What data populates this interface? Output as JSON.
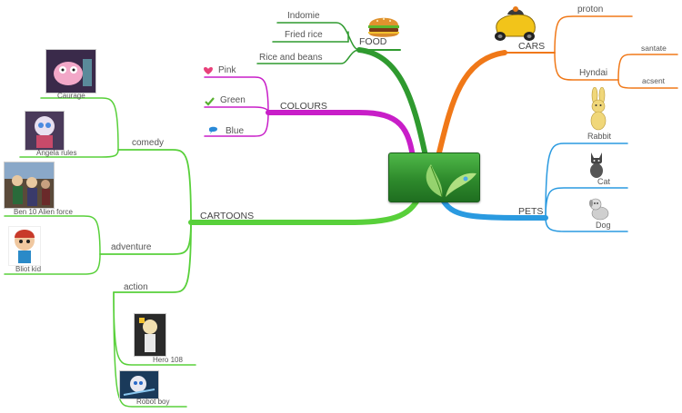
{
  "central": {
    "icon": "leaf-icon"
  },
  "branches": {
    "food": {
      "label": "FOOD",
      "icon": "burger-icon",
      "color": "#2f9a2f",
      "items": [
        "Indomie",
        "Fried rice",
        "Rice and beans"
      ]
    },
    "cars": {
      "label": "CARS",
      "icon": "toy-car-icon",
      "color": "#f07818",
      "items": {
        "proton": "proton",
        "hyndai": "Hyndai",
        "santate": "santate",
        "acsent": "acsent"
      }
    },
    "colours": {
      "label": "COLOURS",
      "color": "#c81ec8",
      "items": [
        {
          "label": "Pink",
          "icon": "pink-heart-icon",
          "icon_color": "#e8407a"
        },
        {
          "label": "Green",
          "icon": "green-check-icon",
          "icon_color": "#58b030"
        },
        {
          "label": "Blue",
          "icon": "blue-speech-bubble-icon",
          "icon_color": "#2a8ad8"
        }
      ]
    },
    "pets": {
      "label": "PETS",
      "color": "#2a9ae0",
      "items": [
        {
          "label": "Rabbit",
          "icon": "rabbit-icon"
        },
        {
          "label": "Cat",
          "icon": "cat-icon"
        },
        {
          "label": "Dog",
          "icon": "dog-icon"
        }
      ]
    },
    "cartoons": {
      "label": "CARTOONS",
      "color": "#58d03a",
      "comedy": {
        "label": "comedy",
        "items": [
          "Caurage",
          "Angela rules"
        ]
      },
      "adventure": {
        "label": "adventure",
        "items": [
          "Ben 10 Alien force",
          "Bliot kid"
        ]
      },
      "action": {
        "label": "action",
        "items": [
          "Hero 108",
          "Robot boy"
        ]
      }
    }
  }
}
